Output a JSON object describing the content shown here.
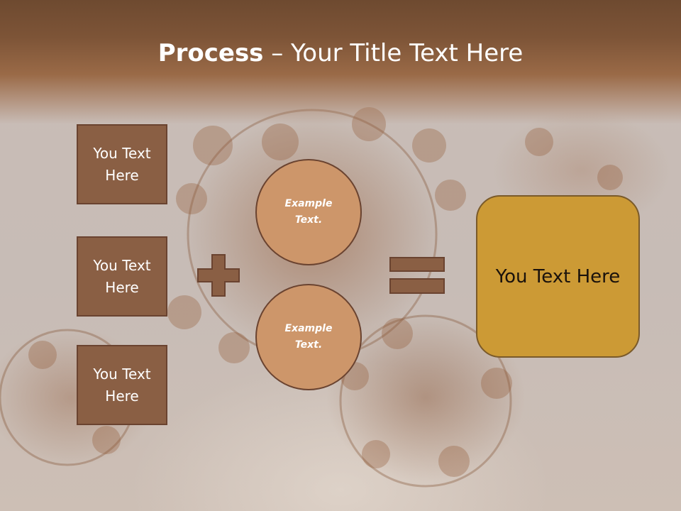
{
  "slide": {
    "title_bold": "Process",
    "title_rest": " – Your Title Text Here"
  },
  "left_boxes": [
    {
      "label": "You Text Here"
    },
    {
      "label": "You Text Here"
    },
    {
      "label": "You Text Here"
    }
  ],
  "circles": [
    {
      "label": "Example Text."
    },
    {
      "label": "Example Text."
    }
  ],
  "operators": {
    "plus_icon": "plus-icon",
    "equals_icon": "equals-icon"
  },
  "result": {
    "label": "You Text Here"
  },
  "colors": {
    "header_brown": "#7d5437",
    "box_fill": "#8a5f44",
    "box_border": "#6a4330",
    "circle_fill": "#cd966a",
    "result_fill": "#cc9a35",
    "background": "#c9bdb6"
  }
}
